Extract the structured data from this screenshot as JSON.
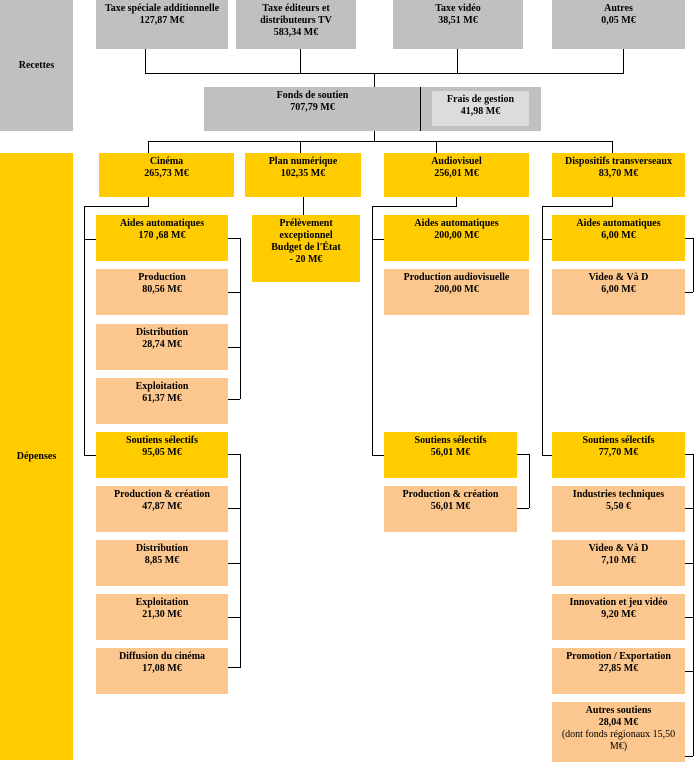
{
  "sections": {
    "recettes": "Recettes",
    "depenses": "Dépenses"
  },
  "recettes": [
    {
      "name": "Taxe spéciale additionnelle",
      "value": "127,87 M€"
    },
    {
      "name": "Taxe éditeurs et distributeurs TV",
      "value": "583,34 M€"
    },
    {
      "name": "Taxe vidéo",
      "value": "38,51 M€"
    },
    {
      "name": "Autres",
      "value": "0,05 M€"
    }
  ],
  "fonds": {
    "name": "Fonds de soutien",
    "value": "707,79 M€"
  },
  "frais": {
    "name": "Frais de gestion",
    "value": "41,98 M€"
  },
  "cinema": {
    "name": "Cinéma",
    "value": "265,73 M€",
    "auto": {
      "name": "Aides automatiques",
      "value": "170 ,68 M€"
    },
    "auto_items": [
      {
        "name": "Production",
        "value": "80,56 M€"
      },
      {
        "name": "Distribution",
        "value": "28,74 M€"
      },
      {
        "name": "Exploitation",
        "value": "61,37 M€"
      }
    ],
    "sel": {
      "name": "Soutiens sélectifs",
      "value": "95,05 M€"
    },
    "sel_items": [
      {
        "name": "Production & création",
        "value": "47,87 M€"
      },
      {
        "name": "Distribution",
        "value": "8,85 M€"
      },
      {
        "name": "Exploitation",
        "value": "21,30 M€"
      },
      {
        "name": "Diffusion du cinéma",
        "value": "17,08 M€"
      }
    ]
  },
  "plan": {
    "name": "Plan numérique",
    "value": "102,35 M€",
    "prelev": [
      "Prélèvement",
      "exceptionnel",
      "Budget de l'État",
      "- 20 M€"
    ]
  },
  "audiovisuel": {
    "name": "Audiovisuel",
    "value": "256,01 M€",
    "auto": {
      "name": "Aides automatiques",
      "value": "200,00 M€"
    },
    "auto_items": [
      {
        "name": "Production audiovisuelle",
        "value": "200,00 M€"
      }
    ],
    "sel": {
      "name": "Soutiens sélectifs",
      "value": "56,01 M€"
    },
    "sel_items": [
      {
        "name": "Production & création",
        "value": "56,01 M€"
      }
    ]
  },
  "transverses": {
    "name": "Dispositifs transverseaux",
    "value": "83,70 M€",
    "auto": {
      "name": "Aides automatiques",
      "value": "6,00 M€"
    },
    "auto_items": [
      {
        "name": "Video & Và D",
        "value": "6,00 M€"
      }
    ],
    "sel": {
      "name": "Soutiens sélectifs",
      "value": "77,70 M€"
    },
    "sel_items": [
      {
        "name": "Industries techniques",
        "value": "5,50 €"
      },
      {
        "name": "Video & Và D",
        "value": "7,10 M€"
      },
      {
        "name": "Innovation et jeu vidéo",
        "value": "9,20 M€"
      },
      {
        "name": "Promotion / Exportation",
        "value": "27,85 M€"
      }
    ],
    "autres": {
      "name": "Autres soutiens",
      "value": "28,04 M€",
      "note": "(dont fonds régionaux 15,50 M€)"
    }
  }
}
